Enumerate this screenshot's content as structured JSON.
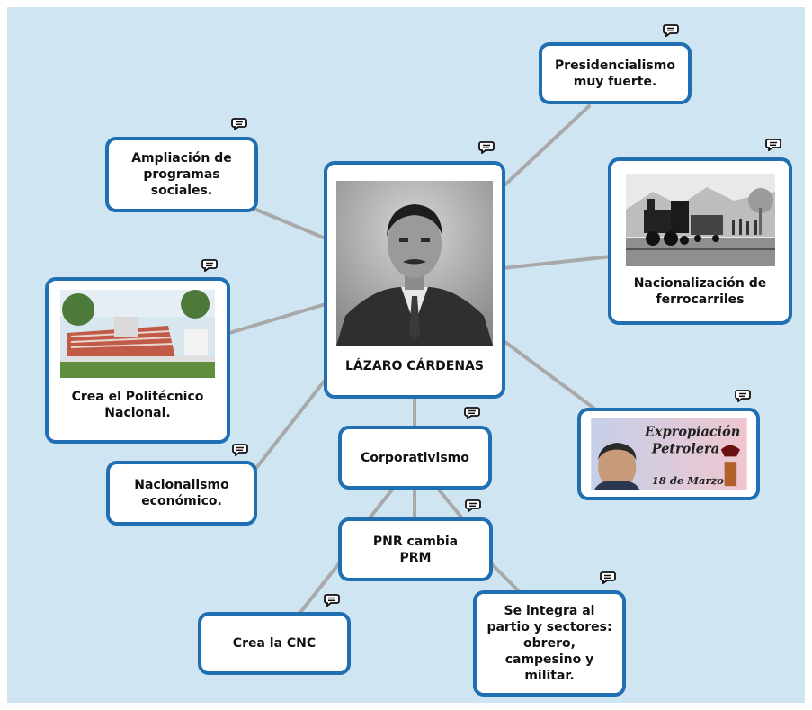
{
  "colors": {
    "background": "#cfe5f2",
    "border": "#1f6fb2",
    "link": "#a9a9a9"
  },
  "center": {
    "label": "LÁZARO CÁRDENAS",
    "image": "portrait-photo"
  },
  "nodes": {
    "presidencialismo": "Presidencialismo\nmuy fuerte.",
    "ampliacion": "Ampliación de\nprogramas\nsociales.",
    "ferrocarriles": "Nacionalización de\nferrocarriles",
    "politecnico": "Crea el Politécnico\nNacional.",
    "expropiacion": {
      "image": "expropiacion-petrolera-poster",
      "title_line1": "Expropiación",
      "title_line2": "Petrolera",
      "date": "18 de Marzo"
    },
    "nacionalismo": "Nacionalismo\neconómico.",
    "corporativismo": "Corporativismo",
    "pnr": "PNR cambia\nPRM",
    "cnc": "Crea la CNC",
    "sectores": "Se integra al\npartio y sectores:\nobrero,\ncampesino y\nmilitar."
  },
  "icons": {
    "comment": "comment-icon"
  }
}
